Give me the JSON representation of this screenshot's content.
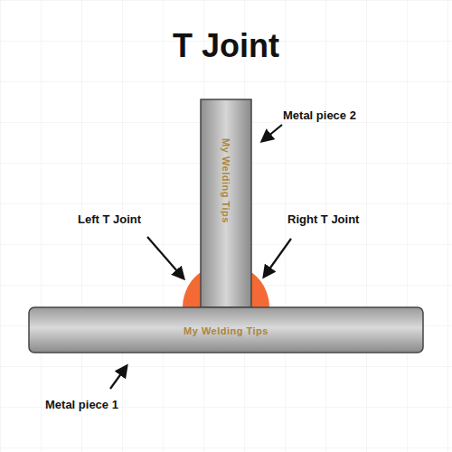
{
  "diagram": {
    "title": "T Joint",
    "labels": [
      "Metal piece 2",
      "Left T Joint",
      "Right T Joint",
      "Metal piece 1",
      "My Welding Tips",
      "My Welding Tips"
    ]
  }
}
